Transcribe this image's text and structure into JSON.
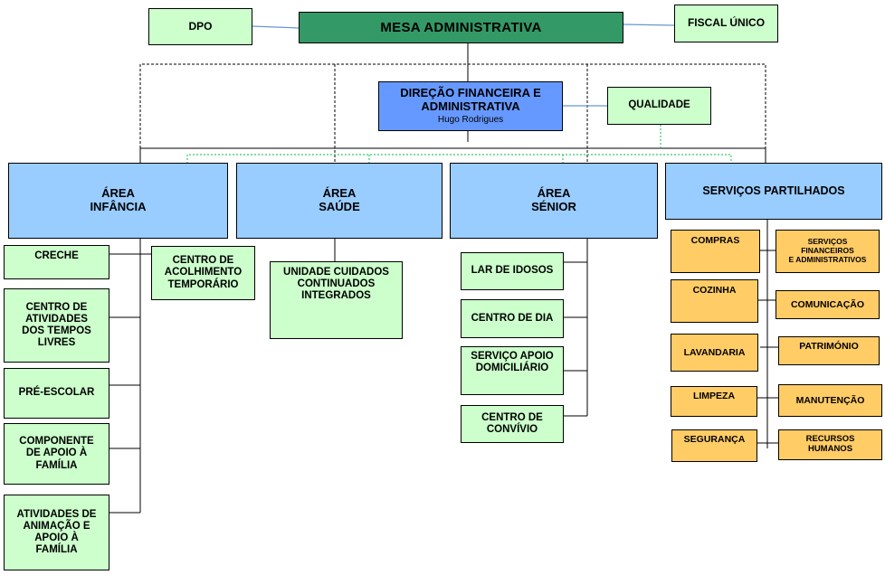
{
  "top": {
    "dpo": "DPO",
    "mesa": "MESA ADMINISTRATIVA",
    "fiscal": "FISCAL ÚNICO",
    "direcao_title": "DIREÇÃO FINANCEIRA E\nADMINISTRATIVA",
    "direcao_person": "Hugo Rodrigues",
    "qualidade": "QUALIDADE"
  },
  "areas": {
    "infancia": "ÁREA\nINFÂNCIA",
    "saude": "ÁREA\nSAÚDE",
    "senior": "ÁREA\nSÉNIOR",
    "servicos": "SERVIÇOS PARTILHADOS"
  },
  "infancia_units": {
    "creche": "CRECHE",
    "centro_acolhimento": "CENTRO DE\nACOLHIMENTO\nTEMPORÁRIO",
    "catl": "CENTRO DE\nATIVIDADES\nDOS TEMPOS\nLIVRES",
    "pre_escolar": "PRÉ-ESCOLAR",
    "componente": "COMPONENTE\nDE APOIO À\nFAMÍLIA",
    "atividades": "ATIVIDADES DE\nANIMAÇÃO E\nAPOIO À\nFAMÍLIA"
  },
  "saude_units": {
    "ucci": "UNIDADE CUIDADOS\nCONTINUADOS\nINTEGRADOS"
  },
  "senior_units": {
    "lar": "LAR DE IDOSOS",
    "centro_dia": "CENTRO DE DIA",
    "sad": "SERVIÇO APOIO\nDOMICILIÁRIO",
    "convivio": "CENTRO DE\nCONVÍVIO"
  },
  "servicos_units": {
    "compras": "COMPRAS",
    "sfa": "SERVIÇOS\nFINANCEIROS\nE ADMINISTRATIVOS",
    "cozinha": "COZINHA",
    "comunicacao": "COMUNICAÇÃO",
    "lavandaria": "LAVANDARIA",
    "patrimonio": "PATRIMÓNIO",
    "limpeza": "LIMPEZA",
    "manutencao": "MANUTENÇÃO",
    "seguranca": "SEGURANÇA",
    "rh": "RECURSOS HUMANOS"
  },
  "colors": {
    "unit_green": "#ccffcc",
    "area_blue": "#99ccff",
    "service_orange": "#ffcc66",
    "mesa_green": "#339966",
    "direcao_blue": "#6699ff",
    "dotted_green": "#33cc66",
    "connector_blue": "#6699cc"
  }
}
